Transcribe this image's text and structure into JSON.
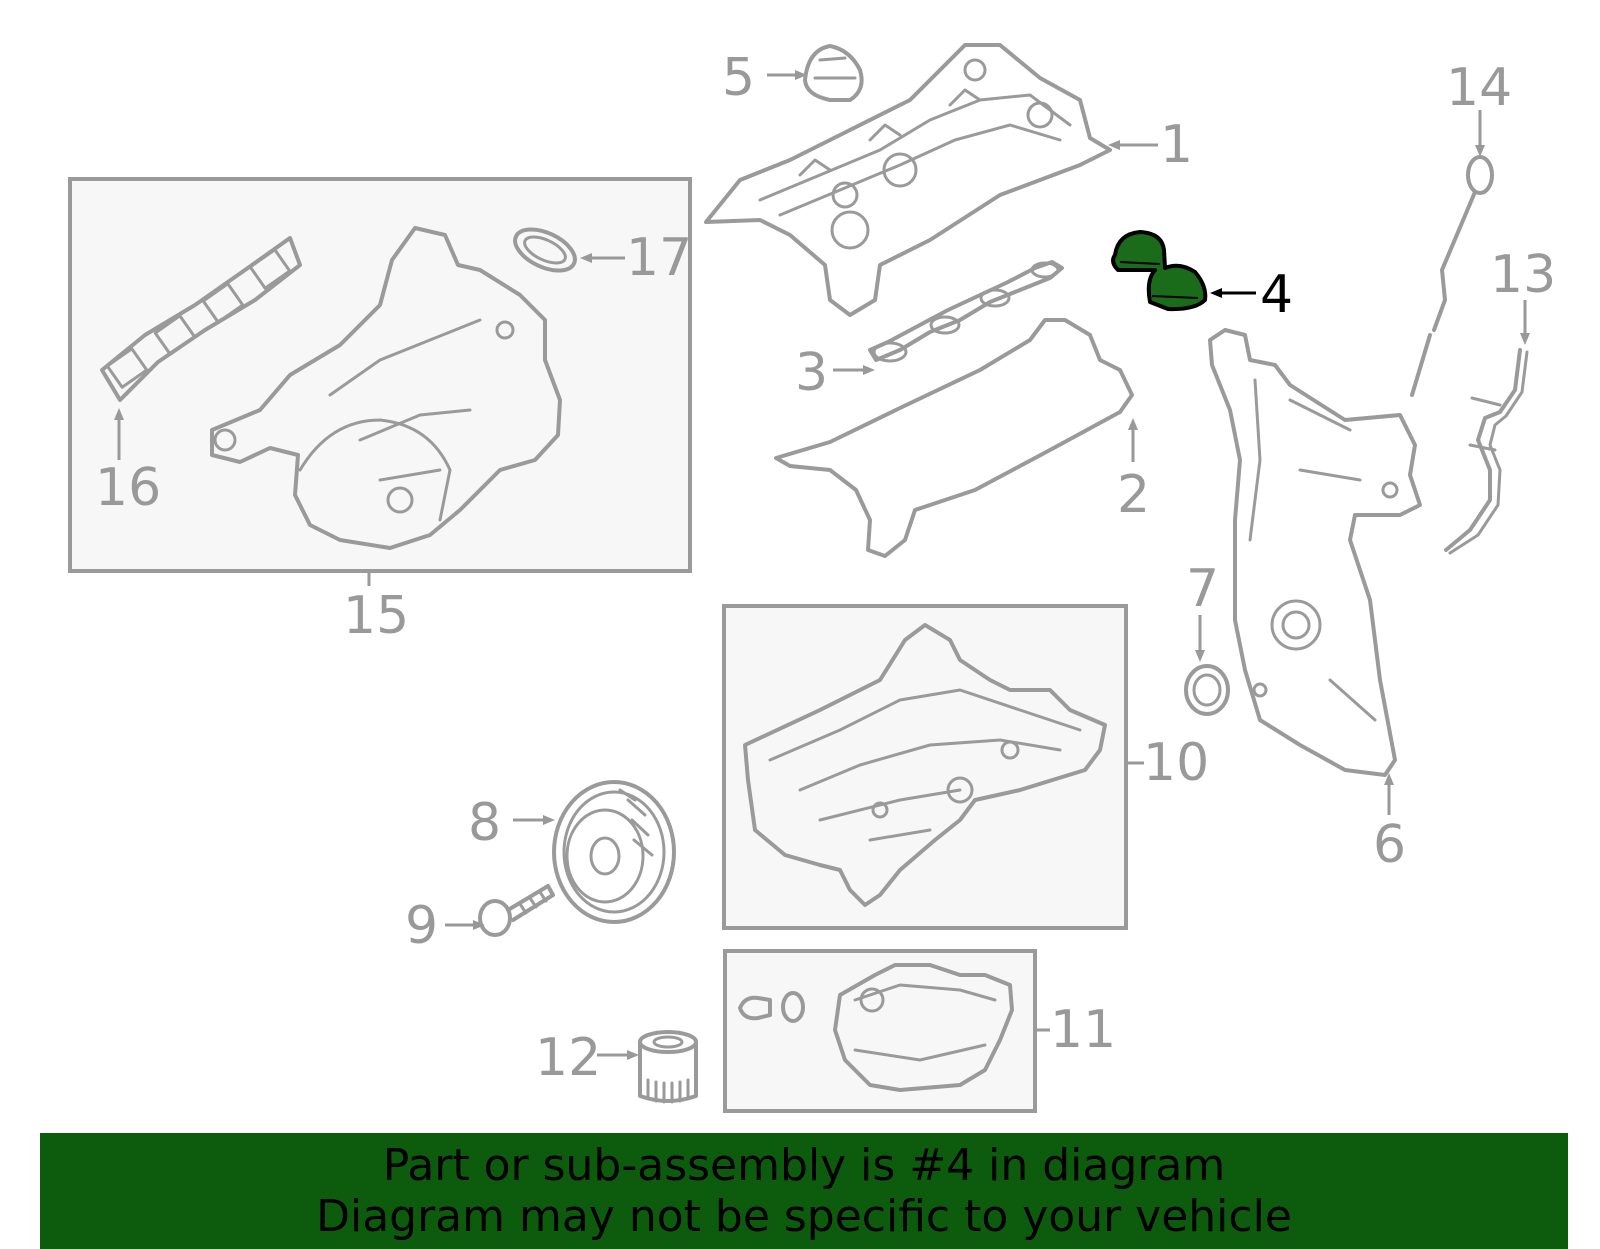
{
  "callouts": [
    {
      "id": "1",
      "label": "1"
    },
    {
      "id": "2",
      "label": "2"
    },
    {
      "id": "3",
      "label": "3"
    },
    {
      "id": "4",
      "label": "4"
    },
    {
      "id": "5",
      "label": "5"
    },
    {
      "id": "6",
      "label": "6"
    },
    {
      "id": "7",
      "label": "7"
    },
    {
      "id": "8",
      "label": "8"
    },
    {
      "id": "9",
      "label": "9"
    },
    {
      "id": "10",
      "label": "10"
    },
    {
      "id": "11",
      "label": "11"
    },
    {
      "id": "12",
      "label": "12"
    },
    {
      "id": "13",
      "label": "13"
    },
    {
      "id": "14",
      "label": "14"
    },
    {
      "id": "15",
      "label": "15"
    },
    {
      "id": "16",
      "label": "16"
    },
    {
      "id": "17",
      "label": "17"
    }
  ],
  "highlight": {
    "part": "4",
    "color": "#1a6b1a"
  },
  "colors": {
    "line_art": "#9a9a9a",
    "banner_bg": "#0d5c0d",
    "highlight_fill": "#1a6b1a"
  },
  "banner": {
    "line1": "Part or sub-assembly is #4 in diagram",
    "line2": "Diagram may not be specific to your vehicle"
  }
}
